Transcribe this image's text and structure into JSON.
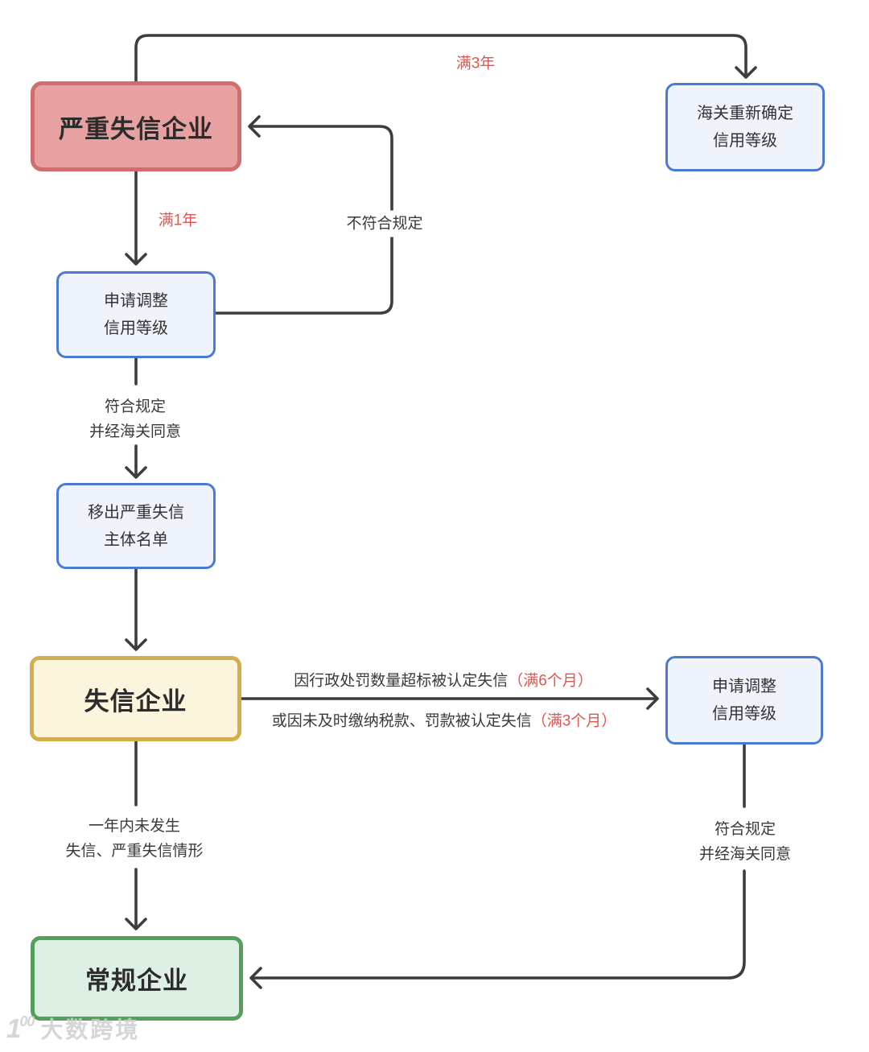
{
  "colors": {
    "line": "#3d3d3d",
    "red_label": "#dd5752",
    "severe_fill": "#e8a1a1",
    "severe_border": "#d06e6e",
    "blue_fill": "#eef3fc",
    "blue_border": "#4a7bd0",
    "yellow_fill": "#fcf5dd",
    "yellow_border": "#d4ae4e",
    "green_fill": "#def0e3",
    "green_border": "#52a05c"
  },
  "nodes": {
    "severe": {
      "label": "严重失信企业"
    },
    "reassess": {
      "line1": "海关重新确定",
      "line2": "信用等级"
    },
    "apply_left": {
      "line1": "申请调整",
      "line2": "信用等级"
    },
    "remove": {
      "line1": "移出严重失信",
      "line2": "主体名单"
    },
    "dishonest": {
      "label": "失信企业"
    },
    "apply_right": {
      "line1": "申请调整",
      "line2": "信用等级"
    },
    "regular": {
      "label": "常规企业"
    }
  },
  "edges": {
    "full_3_years": "满3年",
    "full_1_year": "满1年",
    "not_compliant": "不符合规定",
    "compliant_left_line1": "符合规定",
    "compliant_left_line2": "并经海关同意",
    "admin_penalty_black": "因行政处罚数量超标被认定失信",
    "admin_penalty_red": "（满6个月）",
    "tax_penalty_black": "或因未及时缴纳税款、罚款被认定失信",
    "tax_penalty_red": "（满3个月）",
    "one_year_line1": "一年内未发生",
    "one_year_line2": "失信、严重失信情形",
    "compliant_right_line1": "符合规定",
    "compliant_right_line2": "并经海关同意"
  },
  "watermark": {
    "logo_1": "1",
    "logo_00": "00",
    "text": "大数跨境"
  }
}
